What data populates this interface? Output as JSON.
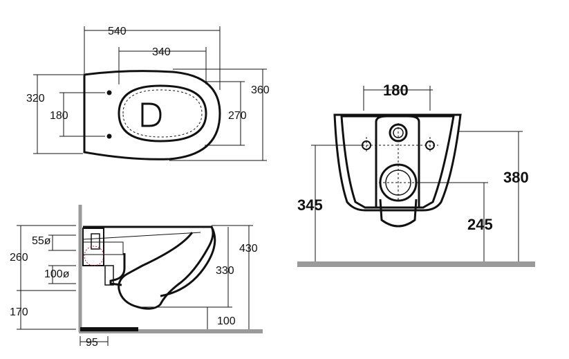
{
  "top_view": {
    "dims": {
      "length": "540",
      "seat_length": "340",
      "width_left": "320",
      "holes_spacing": "180",
      "width_right": "360",
      "seat_width": "270"
    }
  },
  "side_view": {
    "dims": {
      "inlet_diameter": "55ø",
      "outlet_height": "260",
      "outlet_diameter": "100ø",
      "floor_to_outlet": "170",
      "rim_height": "430",
      "bowl_height": "330",
      "bottom_clearance": "100",
      "wall_depth": "95"
    }
  },
  "rear_view": {
    "dims": {
      "bolt_spacing": "180",
      "fixing_height": "345",
      "total_height": "380",
      "outlet_height": "245"
    }
  }
}
